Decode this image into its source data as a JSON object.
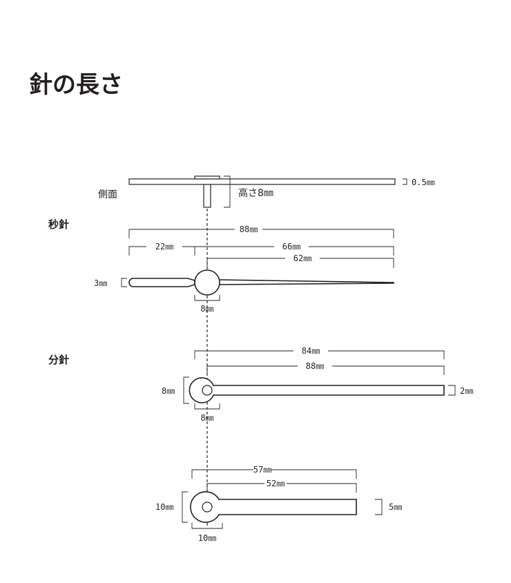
{
  "title": "針の長さ",
  "side_view": {
    "label": "側面",
    "thickness": "0.5㎜",
    "height": "高さ8㎜"
  },
  "second_hand": {
    "label": "秒針",
    "total_length": "88㎜",
    "tail_length": "22㎜",
    "front_length": "66㎜",
    "tip_length": "62㎜",
    "tail_width": "3㎜",
    "hub_diameter": "8㎜"
  },
  "minute_hand": {
    "label": "分針",
    "length_outer": "84㎜",
    "length_inner": "88㎜",
    "hub_height": "8㎜",
    "hub_width": "8㎜",
    "blade_width": "2㎜"
  },
  "hour_hand": {
    "length_outer": "57㎜",
    "length_inner": "52㎜",
    "hub_height": "10㎜",
    "hub_width": "10㎜",
    "blade_width": "5㎜"
  }
}
